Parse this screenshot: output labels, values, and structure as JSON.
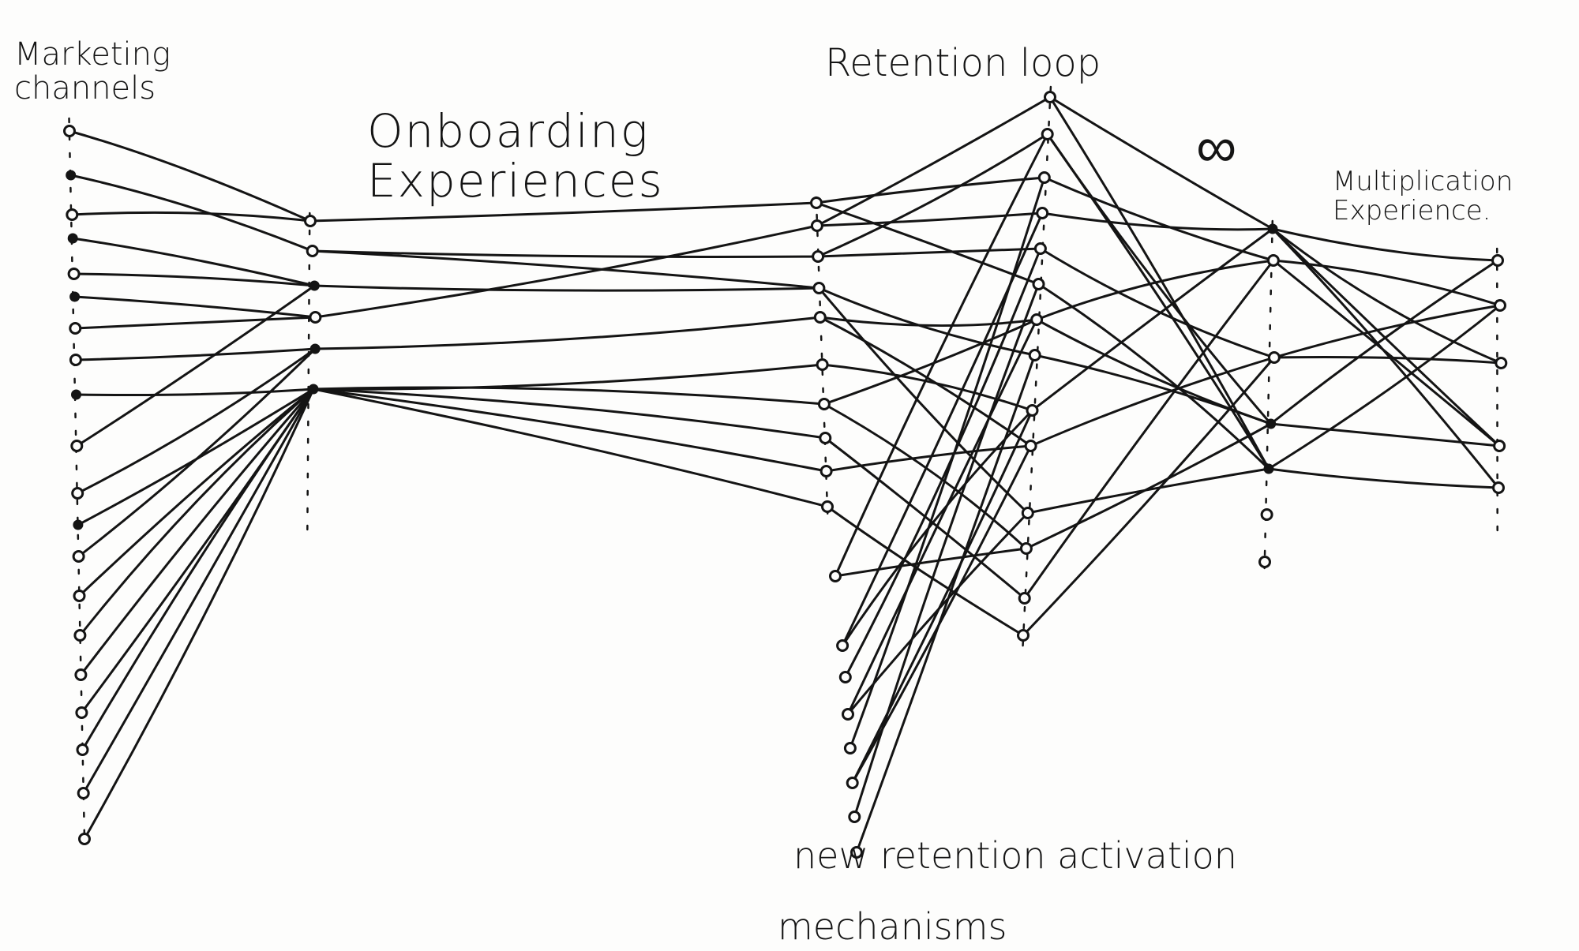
{
  "labels": {
    "marketing_l1": "Marketing",
    "marketing_l2": "channels",
    "onboarding_l1": "Onboarding",
    "onboarding_l2": "Experiences",
    "retention_loop": "Retention loop",
    "infinity": "∞",
    "multiplication_l1": "Multiplication",
    "multiplication_l2": "Experience.",
    "new_retention_l1": "new retention activation",
    "new_retention_l2": "mechanisms"
  },
  "colors": {
    "ink": "#141414",
    "paper": "#fdfdfc"
  },
  "diagram": {
    "type": "multi-stage flow diagram (hand-drawn)",
    "stages": [
      "Marketing channels",
      "Onboarding Experiences",
      "Retention loop",
      "Multiplication Experience.",
      "new retention activation mechanisms"
    ]
  }
}
